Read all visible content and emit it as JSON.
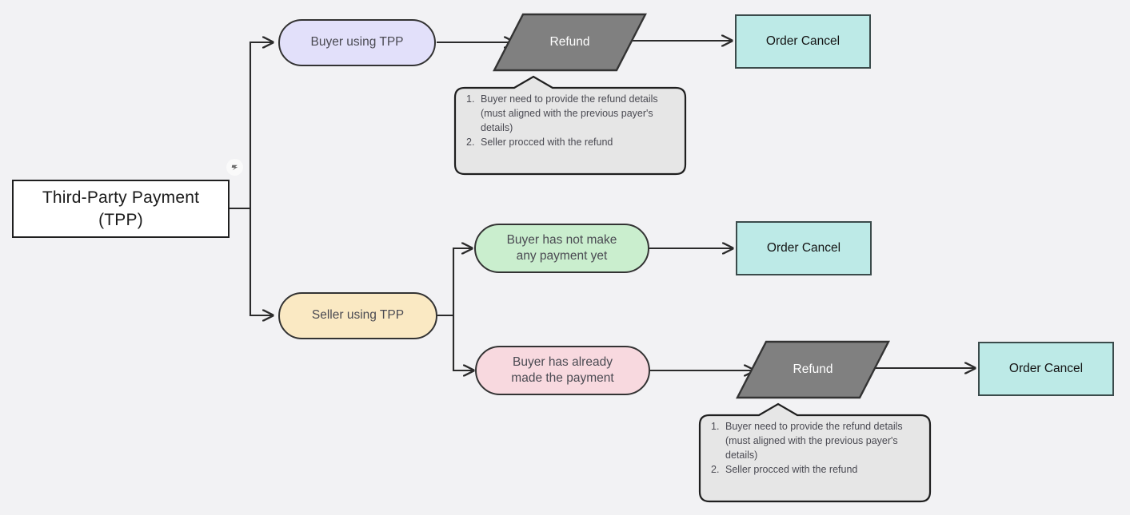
{
  "diagram": {
    "title": "Third-Party Payment (TPP) order cancel flow",
    "background_color": "#f2f2f4",
    "badge_icon": "zap-icon"
  },
  "nodes": {
    "root": {
      "label_line1": "Third-Party Payment",
      "label_line2": "(TPP)",
      "shape": "rectangle",
      "fill": "#ffffff"
    },
    "buyer_using_tpp": {
      "label": "Buyer using TPP",
      "shape": "stadium",
      "fill": "#e2e0fa"
    },
    "seller_using_tpp": {
      "label": "Seller using TPP",
      "shape": "stadium",
      "fill": "#fae9c3"
    },
    "no_payment_yet": {
      "label_line1": "Buyer has not make",
      "label_line2": "any payment yet",
      "shape": "stadium",
      "fill": "#caeece"
    },
    "already_paid": {
      "label_line1": "Buyer has already",
      "label_line2": "made the payment",
      "shape": "stadium",
      "fill": "#f8d9df"
    },
    "refund_top": {
      "label": "Refund",
      "shape": "parallelogram",
      "fill": "#808080"
    },
    "refund_bottom": {
      "label": "Refund",
      "shape": "parallelogram",
      "fill": "#808080"
    },
    "order_cancel_top": {
      "label": "Order Cancel",
      "shape": "rectangle",
      "fill": "#bdeae7"
    },
    "order_cancel_middle": {
      "label": "Order Cancel",
      "shape": "rectangle",
      "fill": "#bdeae7"
    },
    "order_cancel_bottom": {
      "label": "Order Cancel",
      "shape": "rectangle",
      "fill": "#bdeae7"
    }
  },
  "callouts": {
    "top": {
      "items": [
        {
          "num": "1.",
          "text": "Buyer need to provide the refund details (must aligned with the previous payer's details)"
        },
        {
          "num": "2.",
          "text": "Seller procced with the refund"
        }
      ],
      "fill": "#e6e6e6"
    },
    "bottom": {
      "items": [
        {
          "num": "1.",
          "text": "Buyer need to provide the refund details (must aligned with the previous payer's details)"
        },
        {
          "num": "2.",
          "text": "Seller procced with the refund"
        }
      ],
      "fill": "#e6e6e6"
    }
  }
}
